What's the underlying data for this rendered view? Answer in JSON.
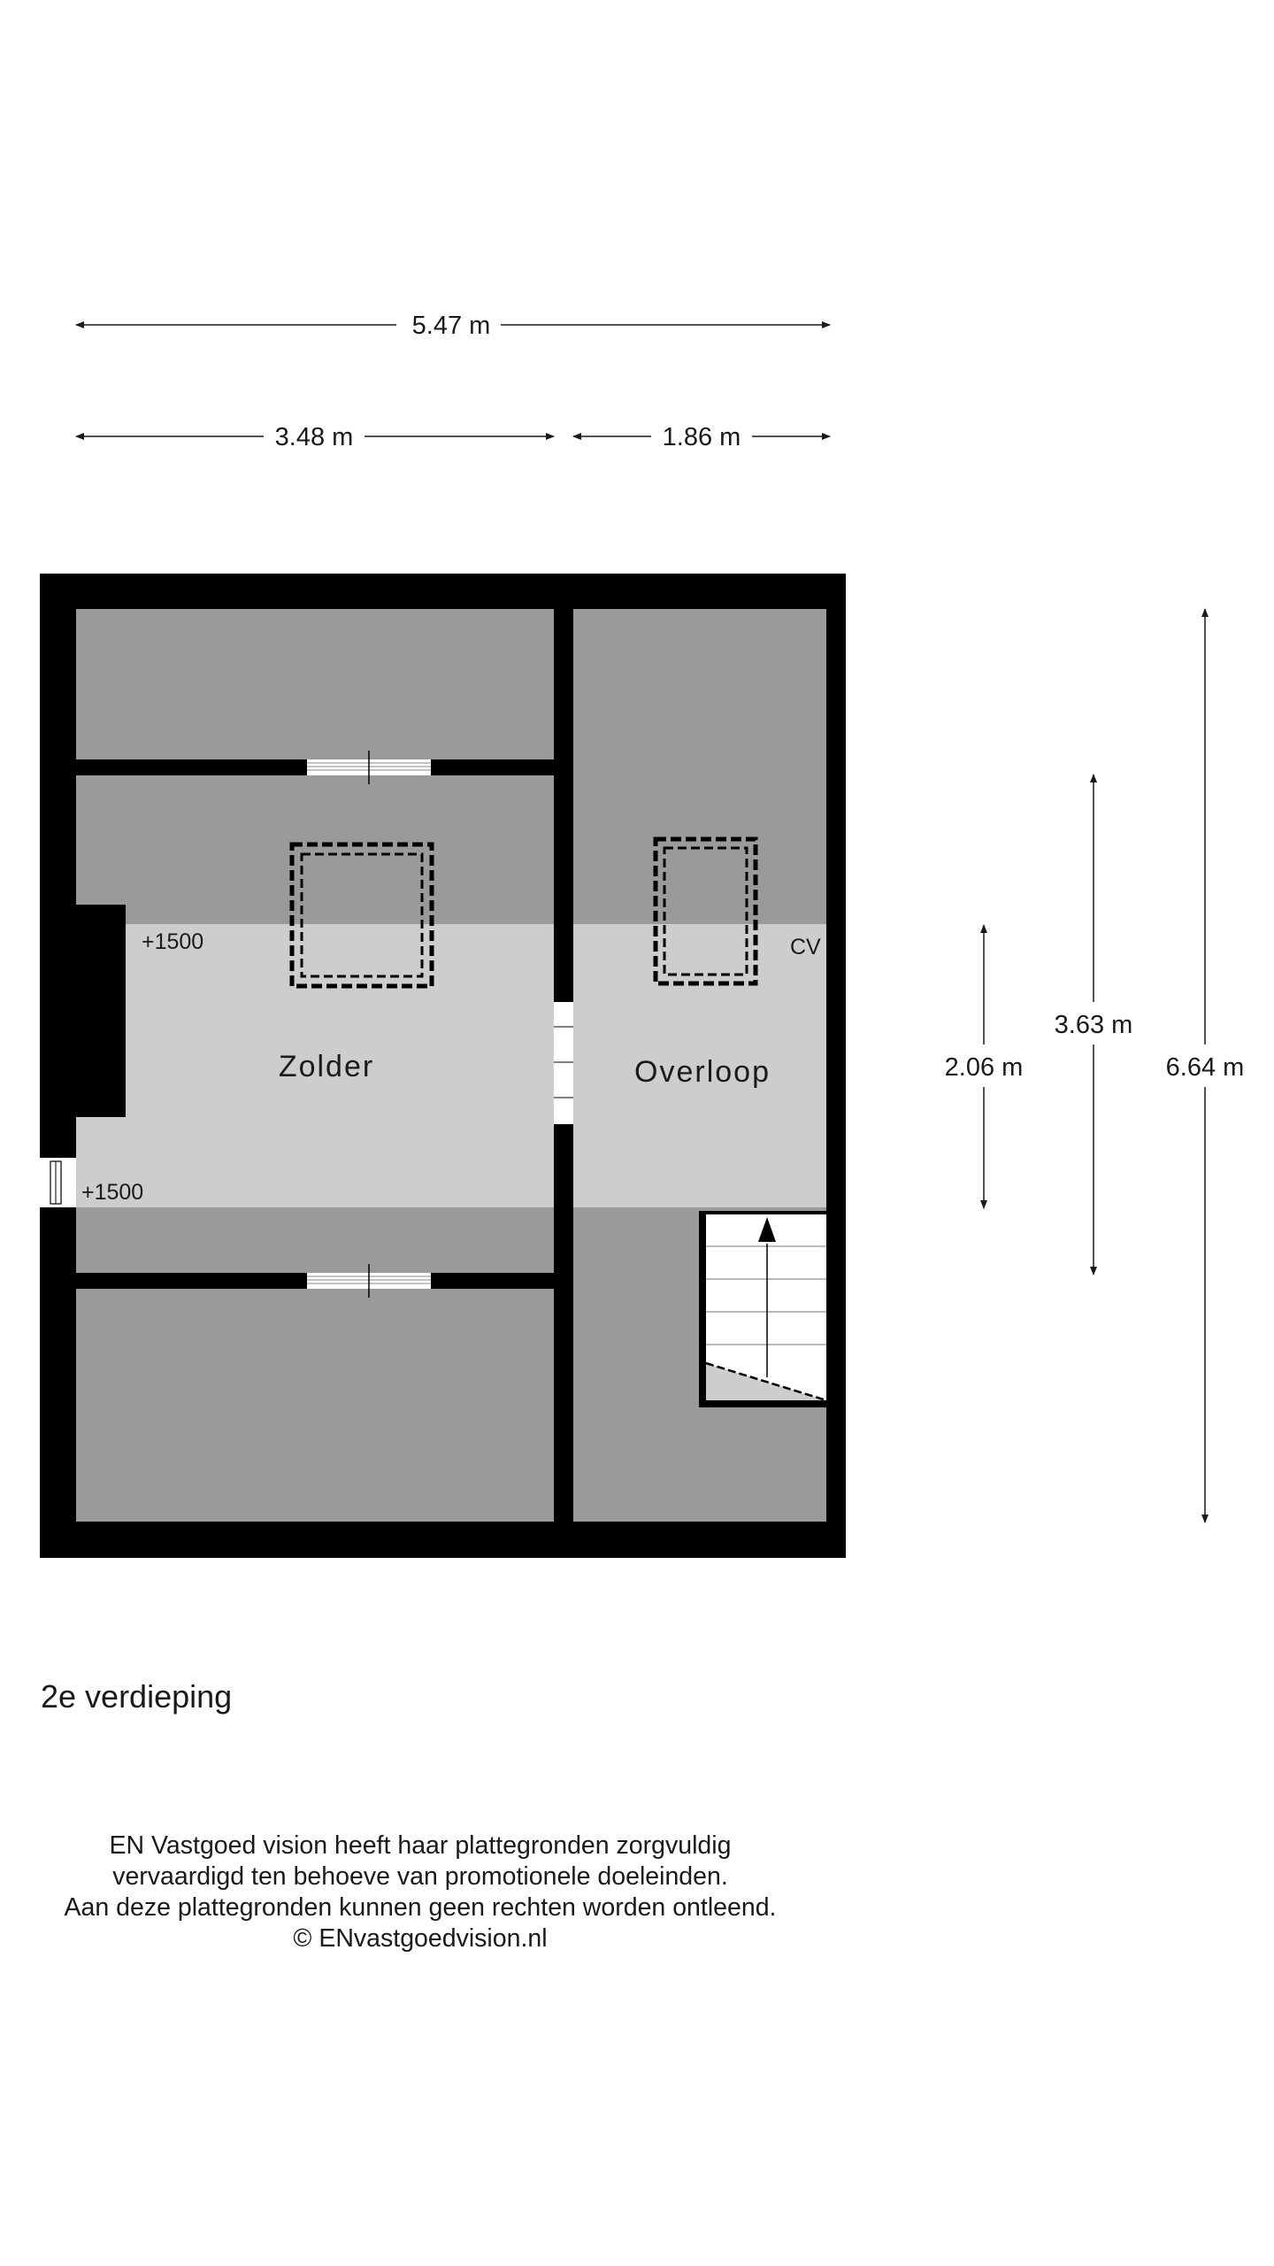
{
  "dimensions": {
    "total_width": "5.47 m",
    "left_width": "3.48 m",
    "right_width": "1.86 m",
    "height_headroom": "2.06 m",
    "height_mid": "3.63 m",
    "height_total": "6.64 m"
  },
  "rooms": {
    "zolder": "Zolder",
    "overloop": "Overloop"
  },
  "annotations": {
    "height_mark_upper": "+1500",
    "height_mark_lower": "+1500",
    "cv": "CV"
  },
  "floor_title": "2e verdieping",
  "disclaimer": [
    "EN Vastgoed vision heeft haar plattegronden zorgvuldig",
    "vervaardigd ten behoeve van promotionele doeleinden.",
    "Aan deze plattegronden kunnen geen rechten worden ontleend.",
    "© ENvastgoedvision.nl"
  ],
  "colors": {
    "wall": "#000000",
    "floor_low_ceiling": "#9a9a9a",
    "floor_full_height": "#cdcdcd",
    "stair": "#ffffff"
  }
}
